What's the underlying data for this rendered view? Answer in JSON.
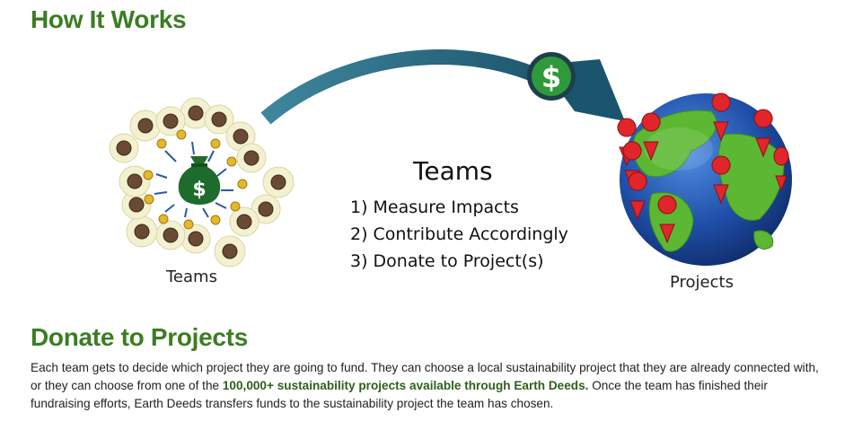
{
  "headings": {
    "how_it_works": "How It Works",
    "donate": "Donate to Projects"
  },
  "diagram": {
    "left_label": "Teams",
    "right_label": "Projects",
    "center_title": "Teams",
    "steps": [
      "1) Measure Impacts",
      "2) Contribute Accordingly",
      "3) Donate to Project(s)"
    ],
    "money_symbol": "$"
  },
  "paragraph": {
    "part1": "Each team gets to decide which project they are going to fund. They can choose a local sustainability project that they are already connected with, or they can choose from one of the ",
    "bold": "100,000+ sustainability projects available through Earth Deeds.",
    "part2": " Once the team has finished their fundraising efforts, Earth Deeds transfers funds to the sustainability project the team has chosen."
  },
  "colors": {
    "heading_green": "#3c7d23",
    "arrow_blue": "#2e6d85",
    "coin_green": "#2f9a3a",
    "globe_blue": "#1f4ea8",
    "land_green": "#5cb833",
    "pin_red": "#e0262a"
  },
  "icons": [
    "money-bag-icon",
    "dollar-coin-icon",
    "globe-icon",
    "map-pin-icon",
    "team-member-icon",
    "curved-arrow-icon"
  ]
}
